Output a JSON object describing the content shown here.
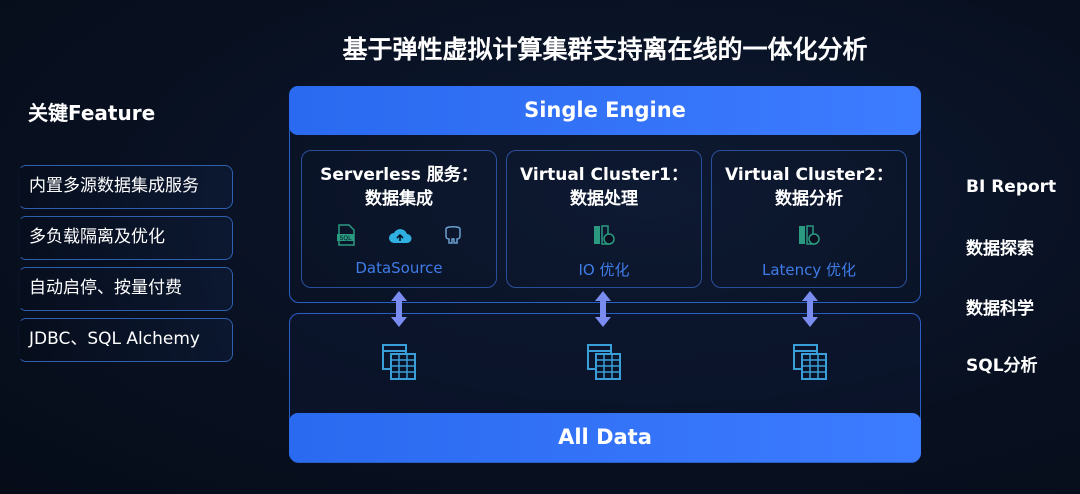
{
  "title": "基于弹性虚拟计算集群支持离在线的一体化分析",
  "features": {
    "heading": "关键Feature",
    "items": [
      "内置多源数据集成服务",
      "多负载隔离及优化",
      "自动启停、按量付费",
      "JDBC、SQL Alchemy"
    ]
  },
  "engine": {
    "label": "Single Engine"
  },
  "cards": [
    {
      "title1": "Serverless 服务：",
      "title2": "数据集成",
      "sub": "DataSource"
    },
    {
      "title1": "Virtual Cluster1：",
      "title2": "数据处理",
      "sub": "IO 优化"
    },
    {
      "title1": "Virtual Cluster2：",
      "title2": "数据分析",
      "sub": "Latency 优化"
    }
  ],
  "alldata": {
    "label": "All Data"
  },
  "uses": [
    "BI Report",
    "数据探索",
    "数据科学",
    "SQL分析"
  ],
  "colors": {
    "accent": "#2f6ef0",
    "arrow": "#7b8cf0",
    "icon": "#3a9fd8"
  }
}
